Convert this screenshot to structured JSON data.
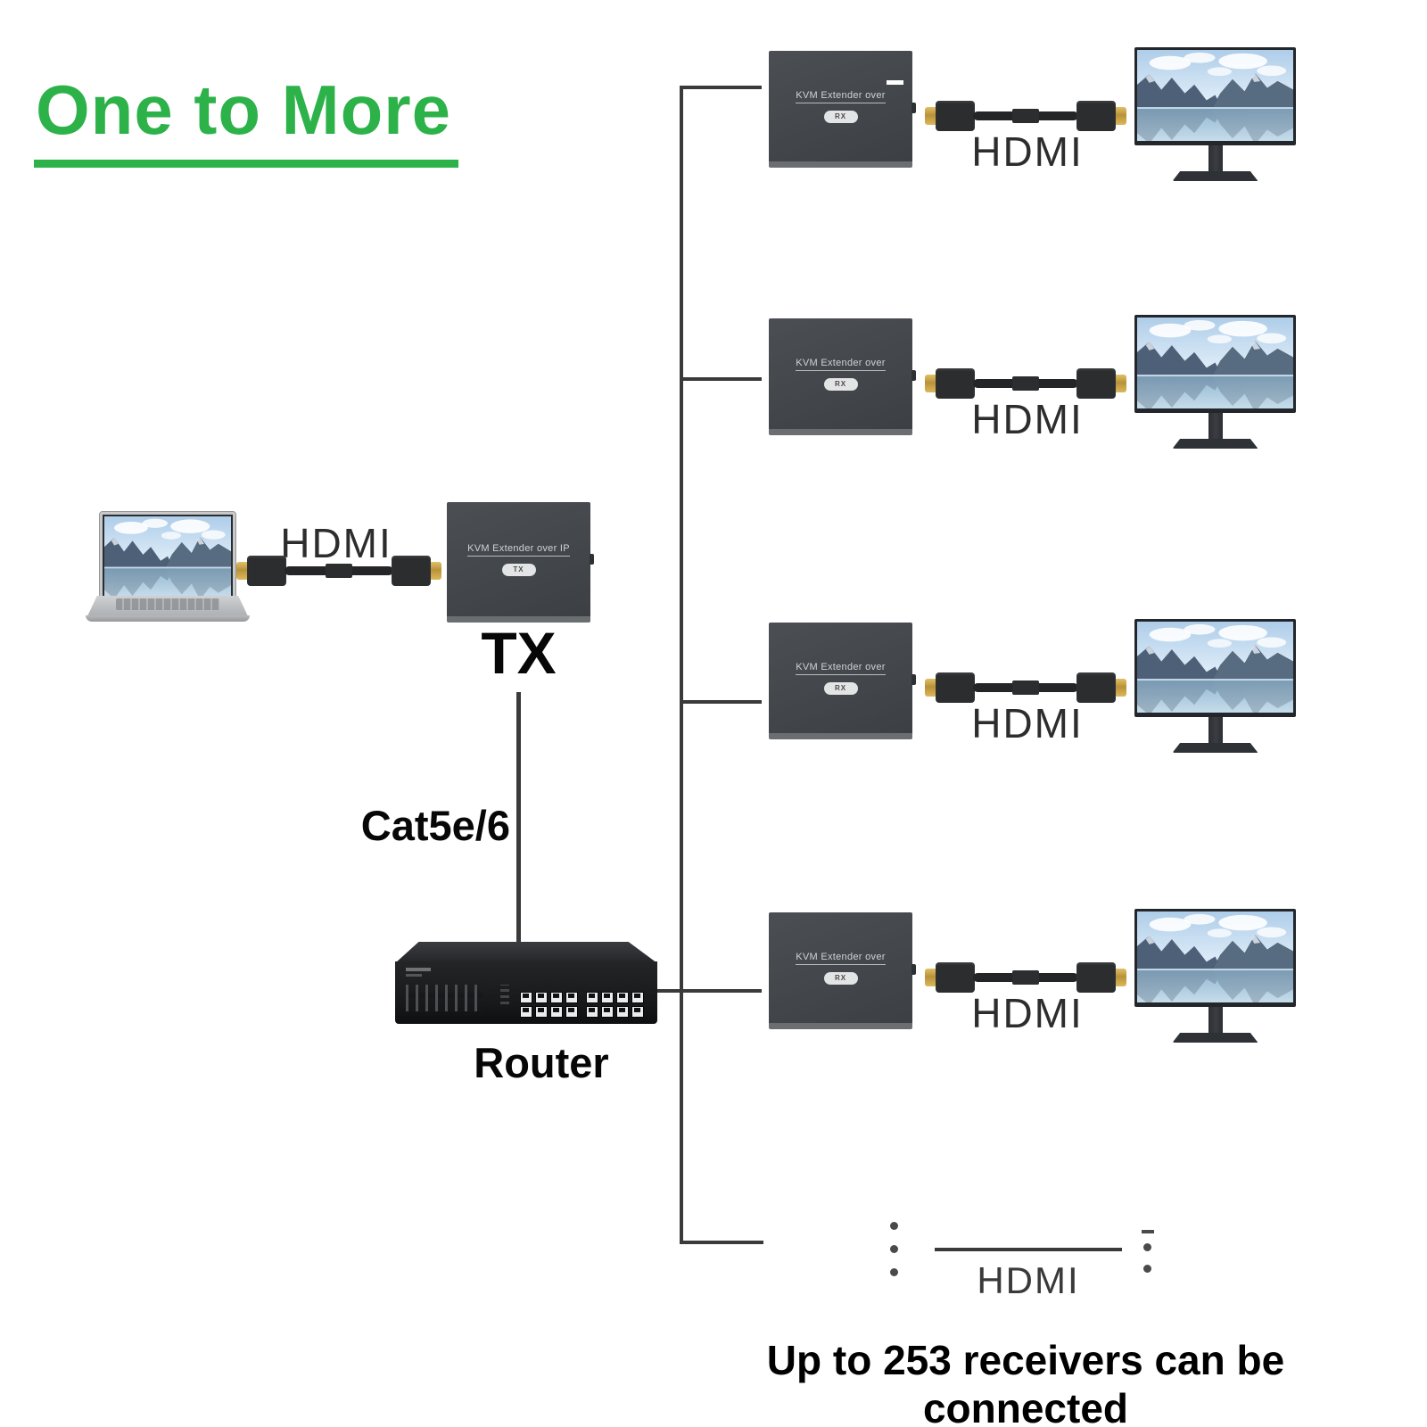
{
  "title": {
    "text": "One to More"
  },
  "source": {
    "hdmi_label": "HDMI",
    "tx_box": {
      "name": "KVM Extender over IP",
      "badge": "TX"
    },
    "tx_caption": "TX",
    "cat_label": "Cat5e/6",
    "router_caption": "Router"
  },
  "receivers": {
    "rows": [
      {
        "box_name": "KVM Extender over",
        "badge": "RX",
        "hdmi_label": "HDMI"
      },
      {
        "box_name": "KVM Extender over",
        "badge": "RX",
        "hdmi_label": "HDMI"
      },
      {
        "box_name": "KVM Extender over",
        "badge": "RX",
        "hdmi_label": "HDMI"
      },
      {
        "box_name": "KVM Extender over",
        "badge": "RX",
        "hdmi_label": "HDMI"
      }
    ],
    "more_hdmi_label": "HDMI",
    "note": "Up to 253 receivers can be connected"
  },
  "colors": {
    "accent_green": "#2db24a",
    "line_gray": "#3a3a3a",
    "box_gray": "#44484c"
  }
}
